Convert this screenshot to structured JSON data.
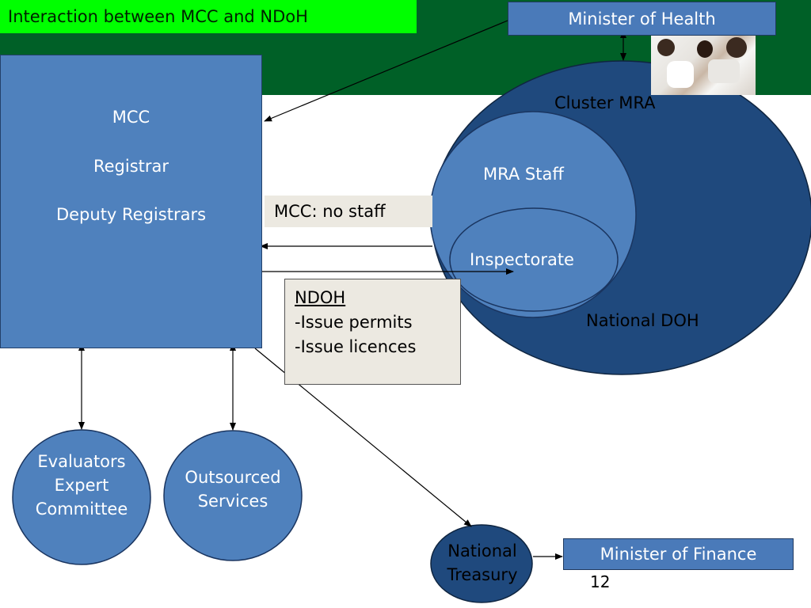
{
  "title": "Interaction between MCC and NDoH",
  "minister_health": "Minister of Health",
  "minister_finance": "Minister of Finance",
  "mcc": {
    "line1": "MCC",
    "line2": "Registrar",
    "line3": "Deputy Registrars"
  },
  "cluster_mra": "Cluster MRA",
  "mra_staff": "MRA Staff",
  "inspectorate": "Inspectorate",
  "national_doh": "National DOH",
  "mcc_no_staff": "MCC: no staff",
  "ndoh": {
    "heading": "NDOH",
    "items": [
      "-Issue permits",
      "-Issue licences"
    ]
  },
  "evaluators": {
    "line1": "Evaluators",
    "line2": "Expert",
    "line3": "Committee"
  },
  "outsourced": {
    "line1": "Outsourced",
    "line2": "Services"
  },
  "treasury": {
    "line1": "National",
    "line2": "Treasury"
  },
  "page_number": "12",
  "colors": {
    "band_green": "#006027",
    "title_green": "#00ff00",
    "box_blue": "#4f81bd",
    "dark_navy": "#1f497d",
    "note_beige": "#ece9e1"
  }
}
